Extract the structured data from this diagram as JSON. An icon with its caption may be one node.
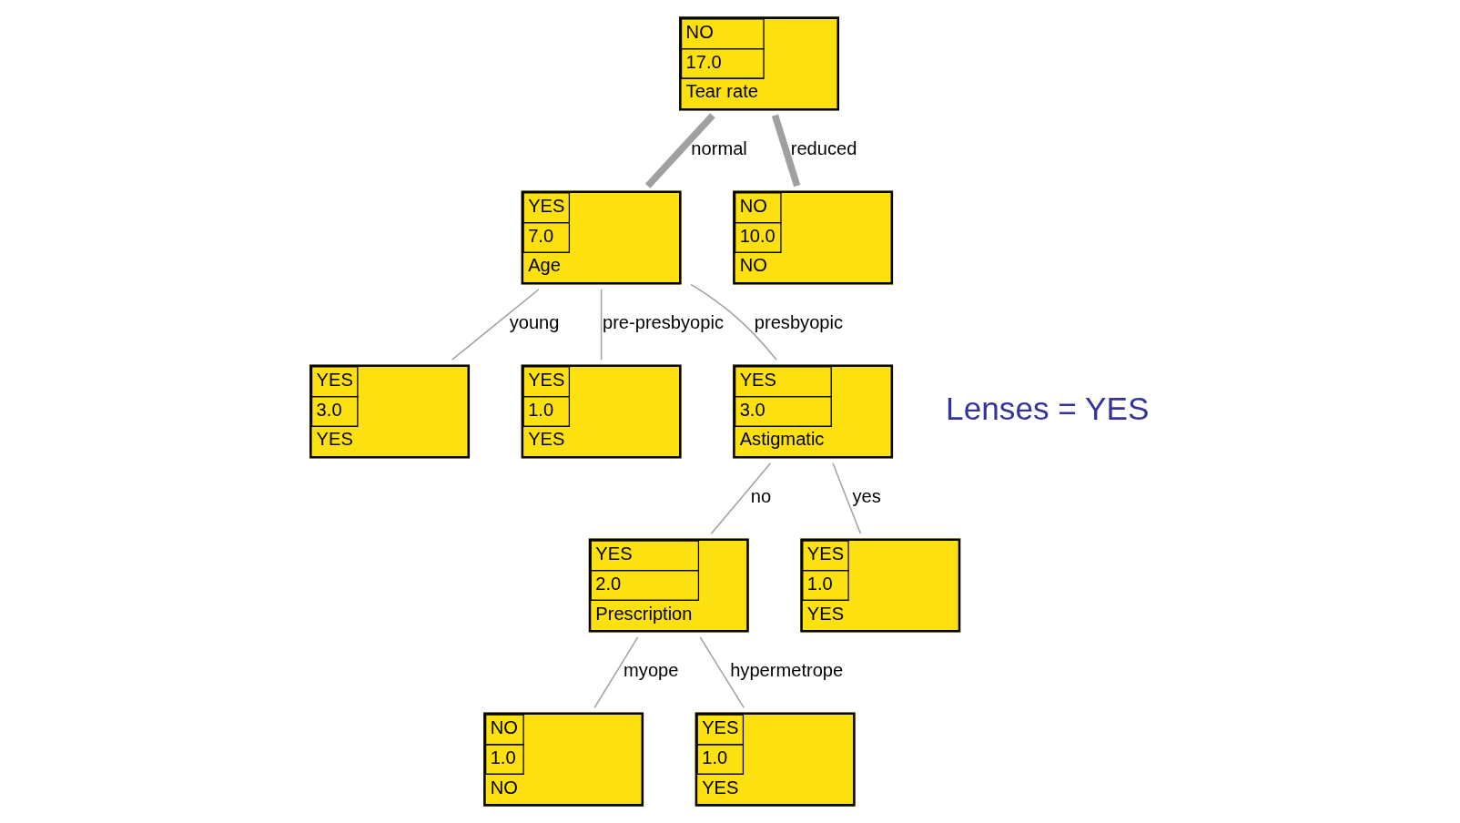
{
  "diagram": {
    "nodes": [
      {
        "text": [
          "NO",
          "17.0",
          "Tear rate"
        ]
      },
      {
        "text": [
          "YES",
          "7.0",
          "Age"
        ]
      },
      {
        "text": [
          "NO",
          "10.0",
          "NO"
        ]
      },
      {
        "text": [
          "YES",
          "3.0",
          "YES"
        ]
      },
      {
        "text": [
          "YES",
          "1.0",
          "YES"
        ]
      },
      {
        "text": [
          "YES",
          "3.0",
          "Astigmatic"
        ]
      },
      {
        "text": [
          "YES",
          "2.0",
          "Prescription"
        ]
      },
      {
        "text": [
          "YES",
          "1.0",
          "YES"
        ]
      },
      {
        "text": [
          "NO",
          "1.0",
          "NO"
        ]
      },
      {
        "text": [
          "YES",
          "1.0",
          "YES"
        ]
      }
    ],
    "edges": [
      {
        "from": 0,
        "to": 1,
        "arrow": "none",
        "label": "normal",
        "style": "thick"
      },
      {
        "from": 0,
        "to": 2,
        "arrow": "none",
        "label": "reduced",
        "style": "thick"
      },
      {
        "from": 1,
        "to": 3,
        "arrow": "none",
        "label": "young"
      },
      {
        "from": 1,
        "to": 4,
        "arrow": "none",
        "label": "pre-presbyopic"
      },
      {
        "from": 1,
        "to": 5,
        "arrow": "none",
        "label": "presbyopic"
      },
      {
        "from": 5,
        "to": 6,
        "arrow": "none",
        "label": "no"
      },
      {
        "from": 5,
        "to": 7,
        "arrow": "none",
        "label": "yes"
      },
      {
        "from": 6,
        "to": 8,
        "arrow": "none",
        "label": "myope"
      },
      {
        "from": 6,
        "to": 9,
        "arrow": "none",
        "label": "hypermetrope"
      }
    ],
    "labels": [
      "Lenses = YES"
    ]
  }
}
